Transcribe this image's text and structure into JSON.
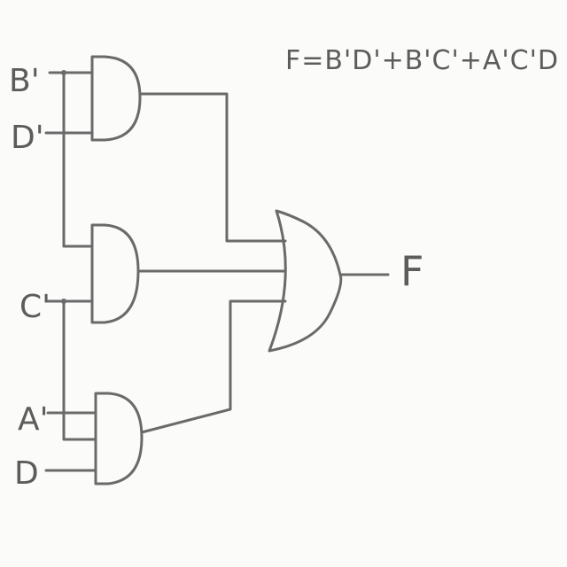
{
  "equation": "F=B'D'+B'C'+A'C'D",
  "inputs": {
    "b_prime": "B'",
    "d_prime": "D'",
    "c_prime": "C'",
    "a_prime": "A'",
    "d": "D"
  },
  "output": "F",
  "colors": {
    "ink": "#6a6a6a",
    "paper": "#fbfbfa"
  }
}
